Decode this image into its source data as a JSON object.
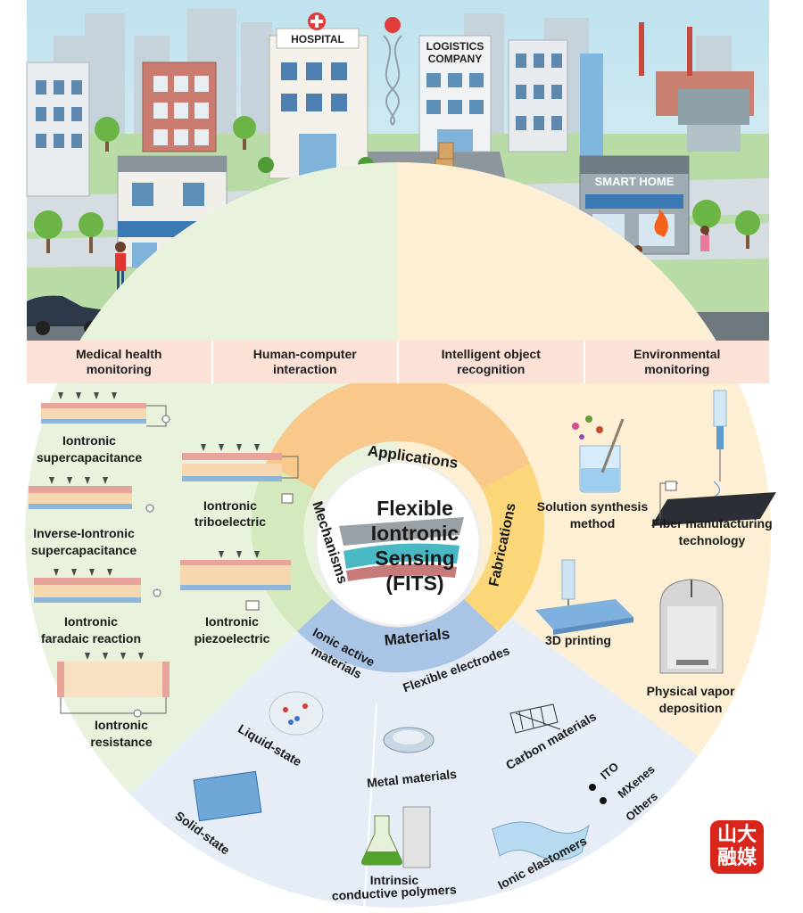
{
  "scene": {
    "hospital": "HOSPITAL",
    "logistics": [
      "LOGISTICS",
      "COMPANY"
    ],
    "smart_home": "SMART HOME"
  },
  "applications": [
    "Medical health\nmonitoring",
    "Human-computer\ninteraction",
    "Intelligent object\nrecognition",
    "Environmental\nmonitoring"
  ],
  "center": {
    "title": [
      "Flexible",
      "Iontronic",
      "Sensing",
      "(FITS)"
    ],
    "ring": {
      "applications": "Applications",
      "mechanisms": "Mechanisms",
      "fabrications": "Fabrications",
      "materials": "Materials"
    }
  },
  "mechanisms": {
    "supercapacitance": [
      "Iontronic",
      "supercapacitance"
    ],
    "triboelectric": [
      "Iontronic",
      "triboelectric"
    ],
    "inverse": [
      "Inverse-Iontronic",
      "supercapacitance"
    ],
    "faradaic": [
      "Iontronic",
      "faradaic reaction"
    ],
    "piezoelectric": [
      "Iontronic",
      "piezoelectric"
    ],
    "resistance": [
      "Iontronic",
      "resistance"
    ]
  },
  "fabrications": {
    "solution": [
      "Solution synthesis",
      "method"
    ],
    "fiber": [
      "Fiber manufacturing",
      "technology"
    ],
    "printing": "3D printing",
    "pvd": [
      "Physical vapor",
      "deposition"
    ]
  },
  "materials": {
    "ionic_active": [
      "Ionic active",
      "materials"
    ],
    "flexible_electrodes": "Flexible electrodes",
    "liquid": "Liquid-state",
    "solid": "Solid-state",
    "metal": "Metal materials",
    "carbon": "Carbon materials",
    "polymers": [
      "Intrinsic",
      "conductive polymers"
    ],
    "elastomers": "Ionic elastomers",
    "ito": "ITO",
    "mxenes": "MXenes",
    "others": "Others"
  },
  "watermark": [
    "山大",
    "融媒"
  ]
}
